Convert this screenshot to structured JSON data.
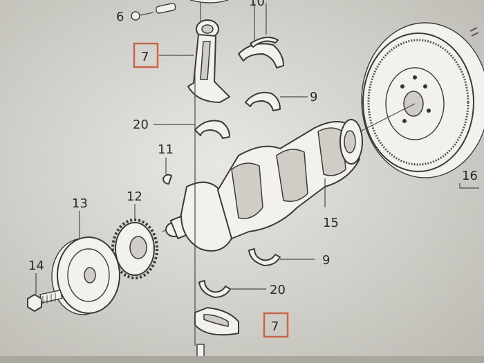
{
  "callouts": [
    {
      "id": "c6",
      "text": "6"
    },
    {
      "id": "c10",
      "text": "10"
    },
    {
      "id": "c7a",
      "text": "7",
      "boxed": true
    },
    {
      "id": "c9a",
      "text": "9"
    },
    {
      "id": "c20a",
      "text": "20"
    },
    {
      "id": "c11",
      "text": "11"
    },
    {
      "id": "c12",
      "text": "12"
    },
    {
      "id": "c13",
      "text": "13"
    },
    {
      "id": "c14",
      "text": "14"
    },
    {
      "id": "c15",
      "text": "15"
    },
    {
      "id": "c16",
      "text": "16"
    },
    {
      "id": "c9b",
      "text": "9"
    },
    {
      "id": "c20b",
      "text": "20"
    },
    {
      "id": "c7b",
      "text": "7",
      "boxed": true
    }
  ],
  "colors": {
    "background": "#d9d7d0",
    "callout_box": "#c8664a",
    "linework": "#3a3a3a"
  }
}
